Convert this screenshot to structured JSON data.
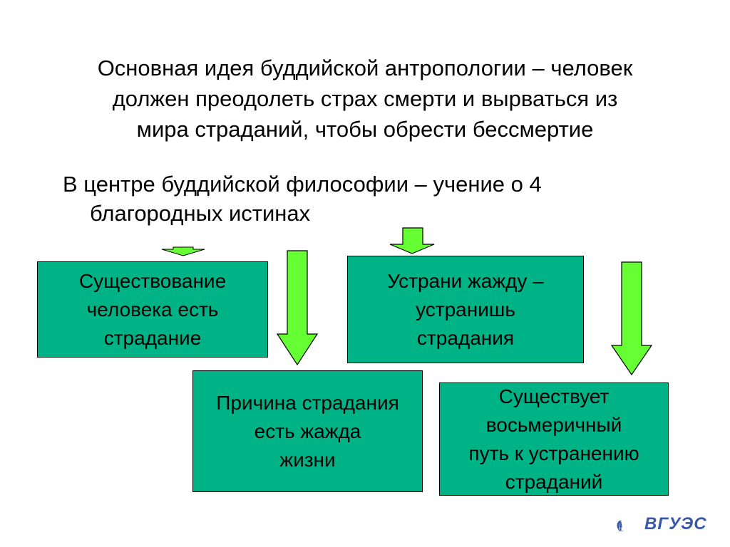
{
  "slide": {
    "main_idea": {
      "lines": [
        "Основная идея буддийской антропологии – человек",
        "должен преодолеть страх смерти и вырваться из",
        "мира страданий, чтобы обрести бессмертие"
      ]
    },
    "center_thesis": {
      "lines": [
        "В центре буддийской философии – учение о 4",
        "благородных истинах"
      ]
    },
    "truths": [
      {
        "lines": [
          "Существование",
          "человека есть",
          "страдание"
        ]
      },
      {
        "lines": [
          "Причина страдания",
          "есть жажда",
          "жизни"
        ]
      },
      {
        "lines": [
          "Устрани жажду –",
          "устранишь",
          "страдания"
        ]
      },
      {
        "lines": [
          "Существует",
          "восьмеричный",
          "путь к устранению",
          "страданий"
        ]
      }
    ],
    "colors": {
      "box_fill": "#00b386",
      "arrow_fill": "#66ff33",
      "logo_blue": "#3a58a8"
    },
    "logo": {
      "text": "ВГУЭС",
      "icon": "university-emblem-icon"
    }
  }
}
